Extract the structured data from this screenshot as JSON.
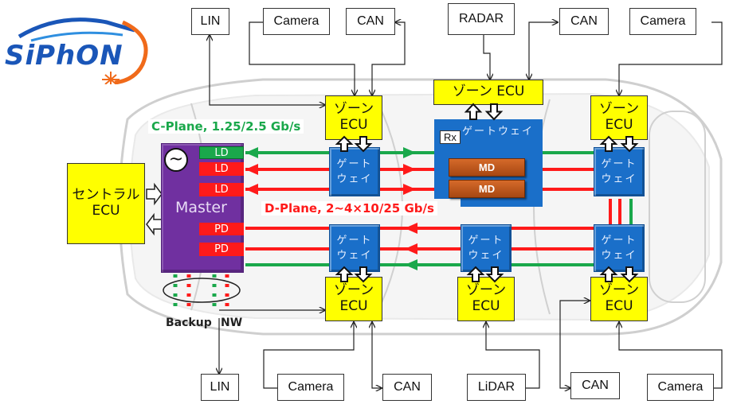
{
  "logo": {
    "text": "SiPhON",
    "brand_blue": "#1a56b8",
    "brand_orange": "#f06a1a"
  },
  "colors": {
    "c_plane": "#1aa84b",
    "d_plane": "#ff1a1a",
    "zone_ecu": "#ffff00",
    "gateway": "#1a6fc9",
    "master": "#7030a0",
    "md": "#c55a11"
  },
  "central_ecu": {
    "line1": "セントラル",
    "line2": "ECU"
  },
  "master": {
    "label": "Master",
    "oscillator_symbol": "~",
    "ld_labels": [
      "LD",
      "LD",
      "LD"
    ],
    "pd_labels": [
      "PD",
      "PD"
    ]
  },
  "labels": {
    "c_plane": "C-Plane, 1.25/2.5 Gb/s",
    "d_plane": "D-Plane, 2~4×10/25 Gb/s",
    "backup": "Backup",
    "nw": "NW"
  },
  "zone_ecu": {
    "line1": "ゾーン",
    "line2": "ECU",
    "single_line": "ゾーン ECU"
  },
  "gateway": {
    "line1": "ゲート",
    "line2": "ウェイ",
    "single_line": "ゲートウェイ",
    "rx": "Rx"
  },
  "md_labels": [
    "MD",
    "MD"
  ],
  "top_peripherals": [
    "LIN",
    "Camera",
    "CAN",
    "RADAR",
    "CAN",
    "Camera"
  ],
  "bottom_peripherals": [
    "LIN",
    "Camera",
    "CAN",
    "LiDAR",
    "CAN",
    "Camera"
  ]
}
